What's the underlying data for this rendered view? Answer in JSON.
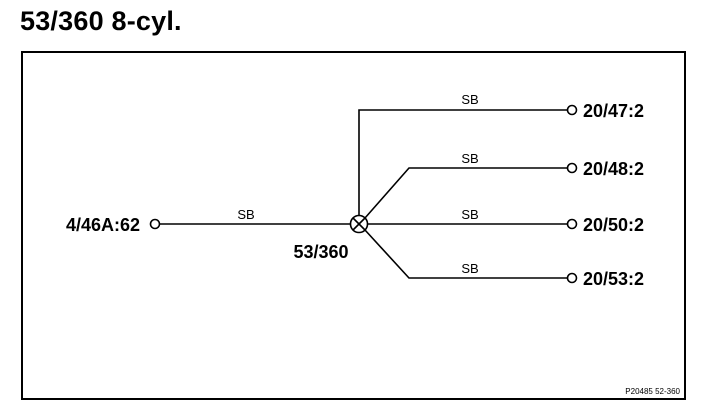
{
  "title": "53/360 8-cyl.",
  "left_terminal": "4/46A:62",
  "junction": "53/360",
  "wire_color_code": "SB",
  "right_terminals": [
    "20/47:2",
    "20/48:2",
    "20/50:2",
    "20/53:2"
  ],
  "figure_ref": "P20485 52-360"
}
